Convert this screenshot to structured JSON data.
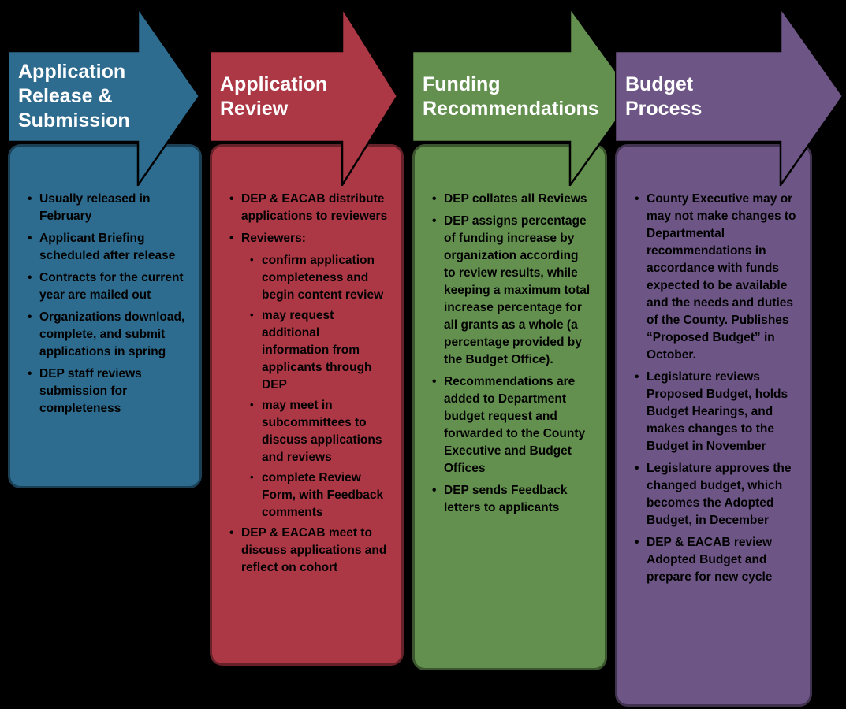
{
  "colors": {
    "background": "#000000",
    "title_text": "#ffffff",
    "body_text": "#000000"
  },
  "bullet": {
    "marker": "•"
  },
  "columns": [
    {
      "title": "Application\nRelease &\nSubmission",
      "color": "#2E6C8F",
      "items": [
        {
          "level": 1,
          "text": "Usually released in February"
        },
        {
          "level": 1,
          "text": "Applicant Briefing scheduled after release"
        },
        {
          "level": 1,
          "text": "Contracts for the current year are mailed out"
        },
        {
          "level": 1,
          "text": "Organizations download, complete, and submit applications in spring"
        },
        {
          "level": 1,
          "text": "DEP staff reviews submission for completeness"
        }
      ]
    },
    {
      "title": "Application\nReview",
      "color": "#AC3845",
      "items": [
        {
          "level": 1,
          "text": "DEP & EACAB distribute applications to reviewers"
        },
        {
          "level": 1,
          "text": "Reviewers:"
        },
        {
          "level": 2,
          "text": "confirm application completeness and begin content review"
        },
        {
          "level": 2,
          "text": "may request additional information from applicants through DEP"
        },
        {
          "level": 2,
          "text": "may meet in subcommittees to discuss applications and reviews"
        },
        {
          "level": 2,
          "text": "complete Review Form, with Feedback comments"
        },
        {
          "level": 1,
          "text": "DEP & EACAB meet to discuss applications and reflect on cohort"
        }
      ]
    },
    {
      "title": "Funding\nRecommendations",
      "color": "#63904F",
      "items": [
        {
          "level": 1,
          "text": "DEP collates all Reviews"
        },
        {
          "level": 1,
          "text": "DEP assigns percentage of funding increase by organization according to review results, while keeping a maximum total increase percentage for all grants as a whole (a percentage provided by the Budget Office)."
        },
        {
          "level": 1,
          "text": "Recommendations are added to Department budget request and forwarded to the County Executive and Budget Offices"
        },
        {
          "level": 1,
          "text": "DEP sends Feedback letters to applicants"
        }
      ]
    },
    {
      "title": "Budget\nProcess",
      "color": "#6D5585",
      "items": [
        {
          "level": 1,
          "text": "County Executive may or may not make changes to Departmental recommendations in accordance with funds expected to be available and the needs and duties of the County. Publishes “Proposed Budget” in October."
        },
        {
          "level": 1,
          "text": "Legislature reviews Proposed Budget, holds Budget Hearings, and makes changes to the Budget in November"
        },
        {
          "level": 1,
          "text": "Legislature approves the changed budget, which becomes the Adopted Budget, in December"
        },
        {
          "level": 1,
          "text": "DEP & EACAB review Adopted Budget and prepare for new cycle"
        }
      ]
    }
  ]
}
